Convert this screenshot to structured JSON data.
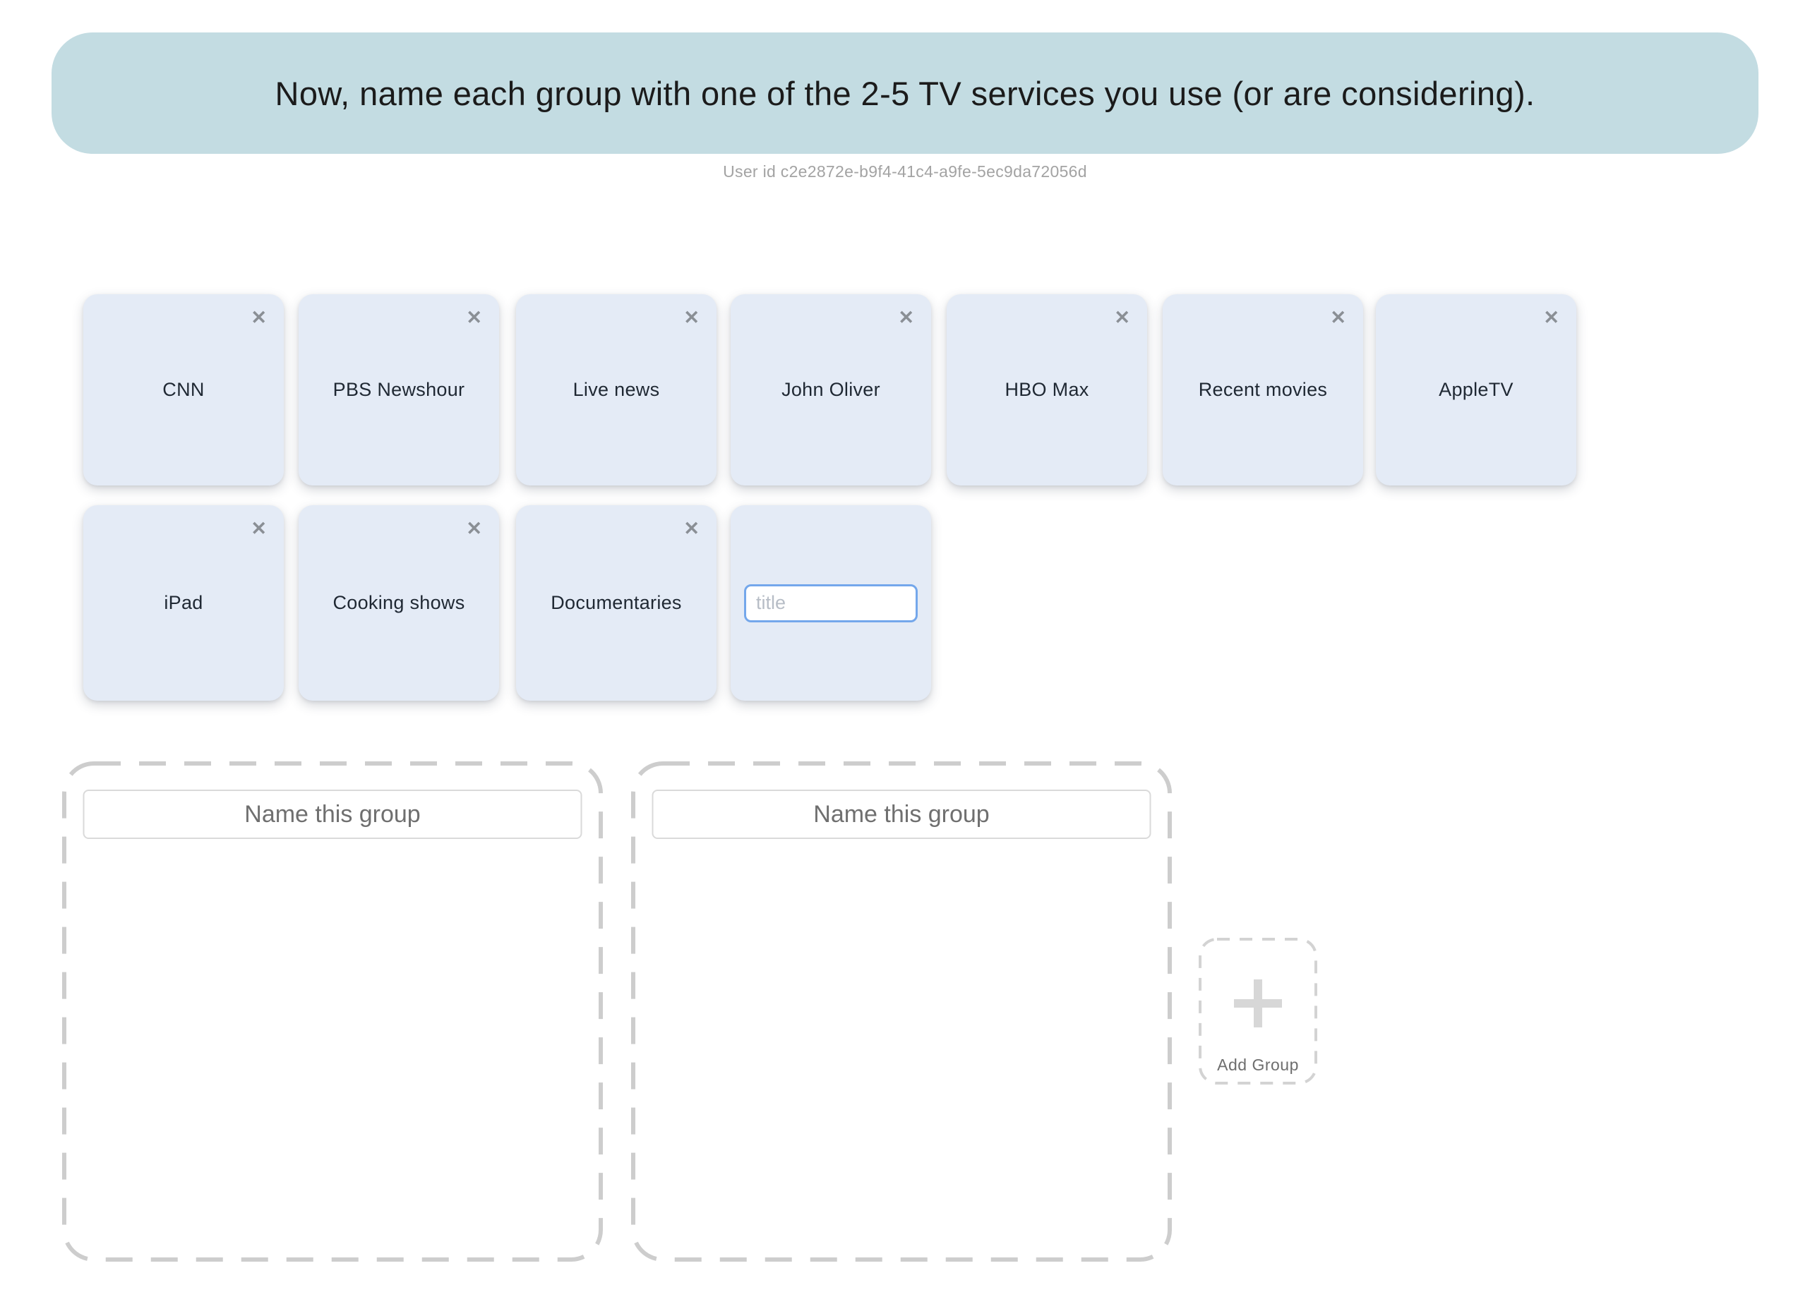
{
  "header": {
    "title": "Now, name each group with one of the 2-5 TV services you use (or are considering)."
  },
  "user_id_line": "User id c2e2872e-b9f4-41c4-a9fe-5ec9da72056d",
  "cards": {
    "close_glyph": "✕",
    "items": [
      {
        "label": "CNN"
      },
      {
        "label": "PBS Newshour"
      },
      {
        "label": "Live news"
      },
      {
        "label": "John Oliver"
      },
      {
        "label": "HBO Max"
      },
      {
        "label": "Recent movies"
      },
      {
        "label": "AppleTV"
      },
      {
        "label": "iPad"
      },
      {
        "label": "Cooking shows"
      },
      {
        "label": "Documentaries"
      }
    ],
    "new_card": {
      "title_placeholder": "title",
      "title_value": ""
    }
  },
  "groups": {
    "name_placeholder": "Name this group",
    "boxes": [
      {
        "name_value": ""
      },
      {
        "name_value": ""
      }
    ]
  },
  "add_group": {
    "label": "Add Group"
  },
  "colors": {
    "banner_bg": "#c3dce2",
    "card_bg": "#e4ebf6",
    "card_text": "#1f2833",
    "focused_input_border": "#74a7eb",
    "dashed_border": "#cdcdcd",
    "muted_text": "#a3a3a3"
  }
}
